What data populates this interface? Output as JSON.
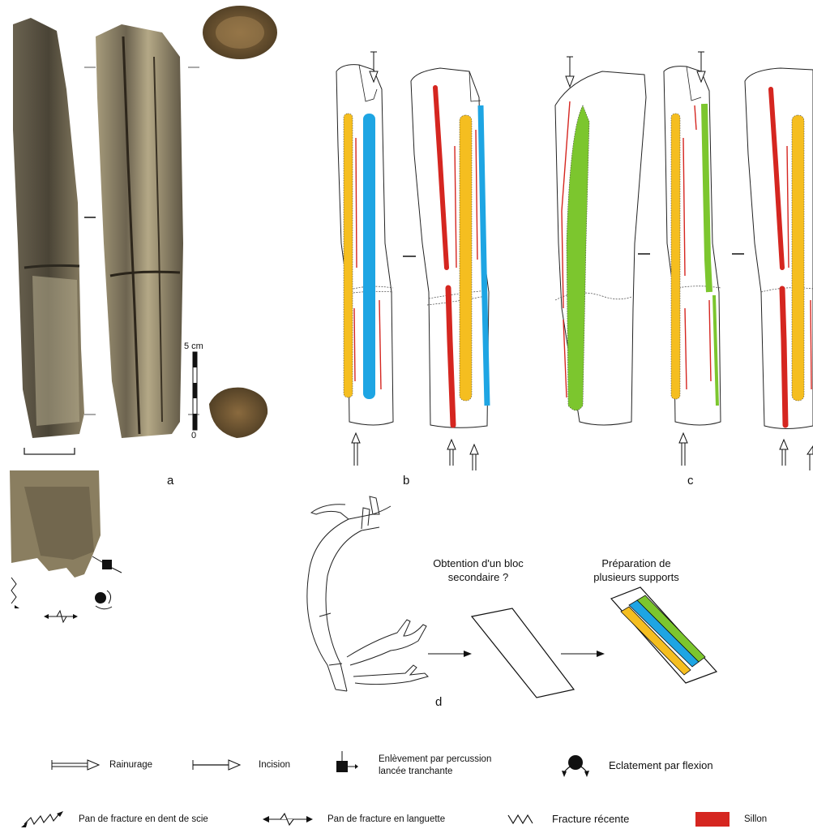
{
  "colors": {
    "yellow": "#f5be20",
    "blue": "#1ea5e3",
    "green": "#7cc62e",
    "red": "#d52620",
    "bone_dark": "#5a5242",
    "bone_light": "#c7bc9c"
  },
  "panels": {
    "a": "a",
    "b": "b",
    "c": "c",
    "d": "d"
  },
  "scale": {
    "top": "5 cm",
    "bottom": "0"
  },
  "diagram_d": {
    "step1": [
      "Obtention d'un bloc",
      "secondaire ?"
    ],
    "step2": [
      "Préparation de",
      "plusieurs supports"
    ]
  },
  "legend": {
    "rainurage": "Rainurage",
    "incision": "Incision",
    "enlevement": [
      "Enlèvement par percussion",
      "lancée tranchante"
    ],
    "eclatement": "Eclatement par flexion",
    "dent_de_scie": "Pan de fracture en dent de scie",
    "languette": "Pan de fracture en languette",
    "recente": "Fracture récente",
    "sillon": "Sillon"
  },
  "icons": [
    "double-arrow-icon",
    "single-arrow-icon",
    "square-arrow-icon",
    "flexion-icon",
    "zigzag-arrow-icon",
    "tongue-fracture-icon",
    "recent-fracture-icon",
    "red-swatch-icon"
  ]
}
